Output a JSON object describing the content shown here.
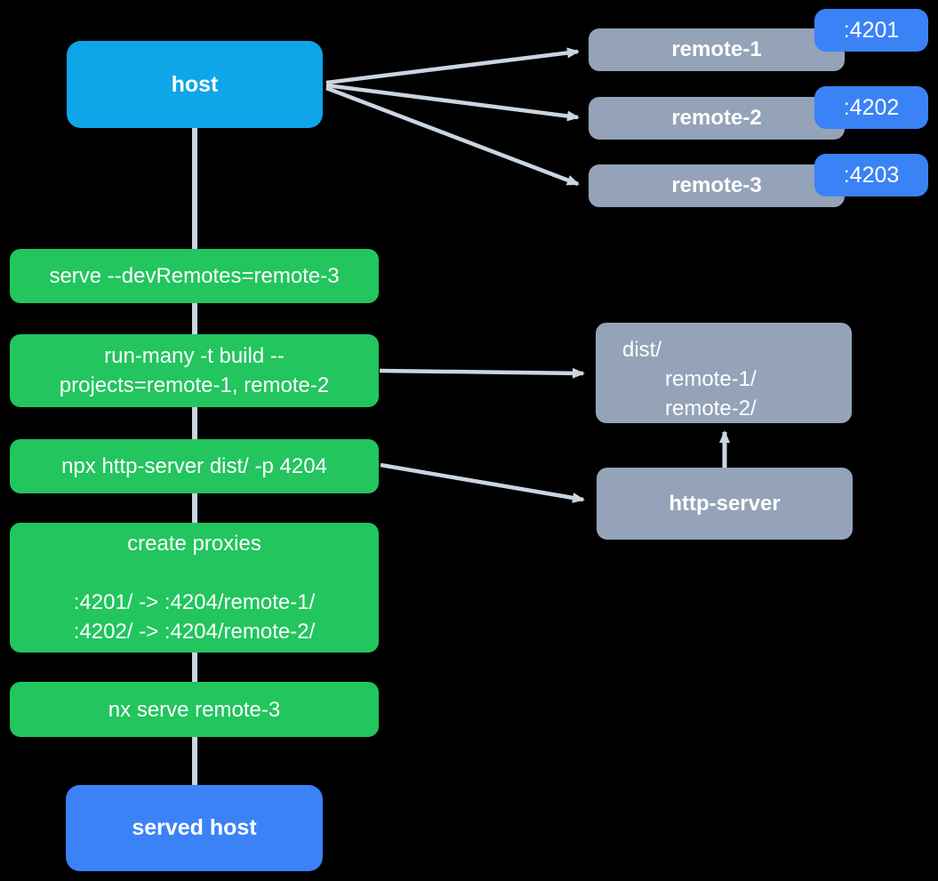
{
  "diagram": {
    "title": "host module federation serve flow",
    "colors": {
      "background": "#000000",
      "host_node": "#0ea5e9",
      "served_host_node": "#3b82f6",
      "remote_node": "#94a3b8",
      "port_badge": "#3b82f6",
      "step_node": "#22c55e",
      "output_node": "#94a3b8",
      "edge": "#cbd5e1",
      "text": "#ffffff"
    },
    "nodes": {
      "host": {
        "label": "host"
      },
      "served_host": {
        "label": "served host"
      },
      "remotes": [
        {
          "label": "remote-1",
          "port": ":4201"
        },
        {
          "label": "remote-2",
          "port": ":4202"
        },
        {
          "label": "remote-3",
          "port": ":4203"
        }
      ],
      "steps": [
        {
          "lines": [
            "serve --devRemotes=remote-3"
          ]
        },
        {
          "lines": [
            "run-many -t build --",
            "projects=remote-1, remote-2"
          ]
        },
        {
          "lines": [
            "npx http-server dist/ -p 4204"
          ]
        },
        {
          "lines": [
            "create proxies",
            "",
            ":4201/ -> :4204/remote-1/",
            ":4202/ -> :4204/remote-2/"
          ]
        },
        {
          "lines": [
            "nx serve remote-3"
          ]
        }
      ],
      "dist": {
        "lines": [
          "dist/",
          "remote-1/",
          "remote-2/"
        ]
      },
      "http_server": {
        "label": "http-server"
      }
    },
    "edges": [
      "host -> remote-1",
      "host -> remote-2",
      "host -> remote-3",
      "host -> served host (trunk through steps)",
      "run-many -t build -> dist/",
      "npx http-server -> http-server",
      "http-server -> dist/"
    ]
  }
}
